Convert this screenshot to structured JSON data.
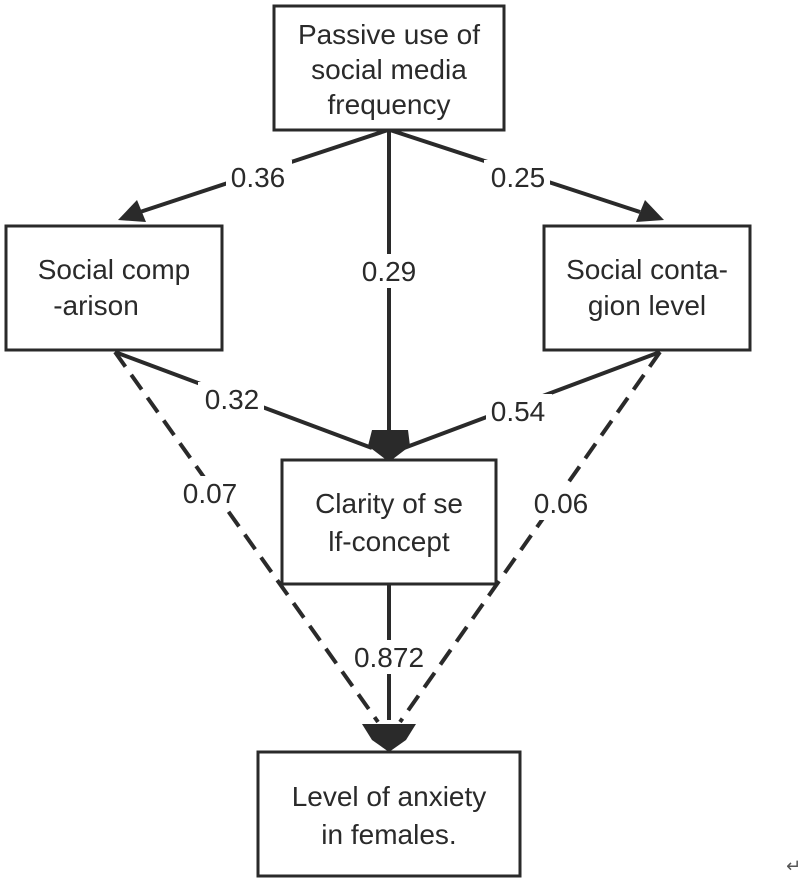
{
  "nodes": {
    "passive_use": {
      "lines": [
        "Passive use of",
        "social media",
        "frequency"
      ]
    },
    "social_comparison": {
      "lines": [
        "Social comp",
        "-arison"
      ]
    },
    "social_contagion": {
      "lines": [
        "Social conta-",
        "gion level"
      ]
    },
    "self_concept": {
      "lines": [
        "Clarity of se",
        "lf-concept"
      ]
    },
    "anxiety": {
      "lines": [
        "Level of anxiety",
        "in females."
      ]
    }
  },
  "edges": {
    "passive_to_comparison": "0.36",
    "passive_to_contagion": "0.25",
    "passive_to_self_concept": "0.29",
    "comparison_to_self_concept": "0.32",
    "contagion_to_self_concept": "0.54",
    "comparison_to_anxiety": "0.07",
    "contagion_to_anxiety": "0.06",
    "self_concept_to_anxiety": "0.872"
  },
  "return_symbol": "↵"
}
